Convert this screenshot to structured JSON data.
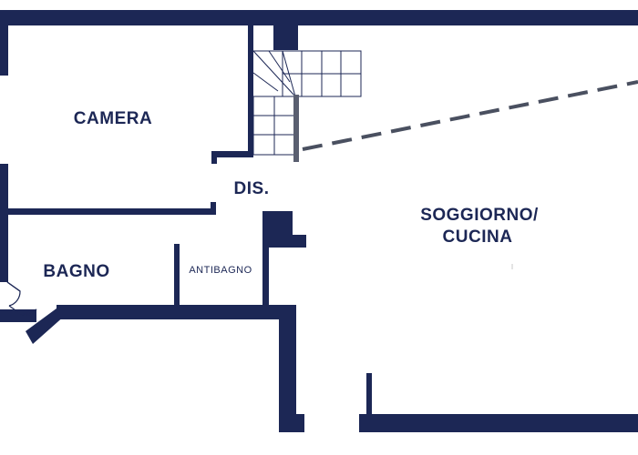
{
  "floor_plan": {
    "rooms": [
      {
        "id": "camera",
        "label": "CAMERA"
      },
      {
        "id": "dis",
        "label": "DIS."
      },
      {
        "id": "soggiorno",
        "label_line1": "SOGGIORNO/",
        "label_line2": "CUCINA"
      },
      {
        "id": "bagno",
        "label": "BAGNO"
      },
      {
        "id": "antibagno",
        "label": "ANTIBAGNO"
      }
    ],
    "colors": {
      "wall": "#1c2755",
      "dashed_line": "#4a5060",
      "background": "#ffffff"
    },
    "icons": [
      "staircase",
      "double-door-swing"
    ]
  }
}
